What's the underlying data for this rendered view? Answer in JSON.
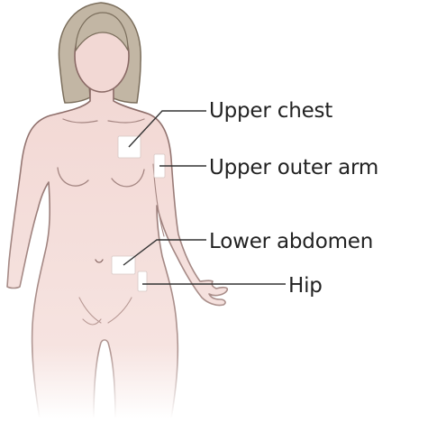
{
  "colors": {
    "skin": "#f2d8d4",
    "skin_outline": "#8a6a66",
    "hair": "#c2b6a4",
    "hair_outline": "#7b6e5c",
    "patch": "#ffffff",
    "leader_line": "#333333",
    "label_text": "#222222"
  },
  "icons": {
    "figure": "female-body-outline",
    "patch": "patch-site-rectangle"
  },
  "diagram": {
    "labels": [
      {
        "id": "upper_chest",
        "text": "Upper chest"
      },
      {
        "id": "upper_outer_arm",
        "text": "Upper outer arm"
      },
      {
        "id": "lower_abdomen",
        "text": "Lower abdomen"
      },
      {
        "id": "hip",
        "text": "Hip"
      }
    ]
  }
}
